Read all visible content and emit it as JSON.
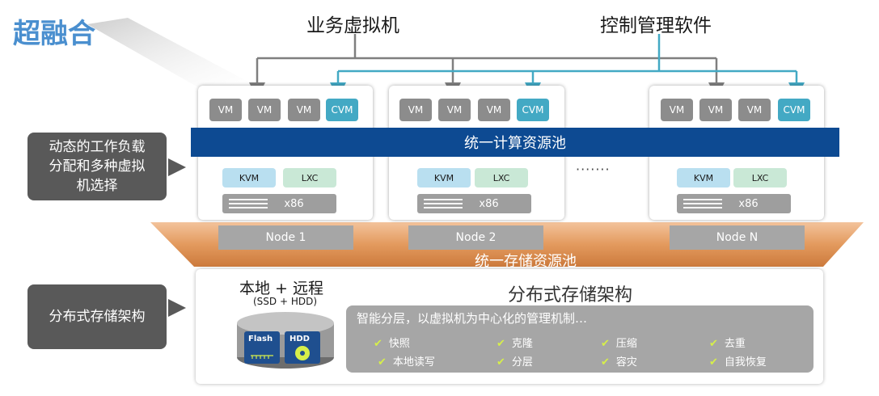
{
  "title": "超融合",
  "top_labels": {
    "business_vm": "业务虚拟机",
    "control_software": "控制管理软件"
  },
  "vm_label": "VM",
  "cvm_label": "CVM",
  "compute_pool": "统一计算资源池",
  "hypervisors": {
    "kvm": "KVM",
    "lxc": "LXC"
  },
  "x86_label": "x86",
  "ellipsis": "·······",
  "nodes": [
    "Node 1",
    "Node 2",
    "Node N"
  ],
  "storage_pool": "统一存储资源池",
  "side_boxes": {
    "scheduling": "动态的工作负载分配和多种虚拟机选择",
    "architecture": "分布式存储架构"
  },
  "storage": {
    "local_remote": "本地 + 远程",
    "media": "(SSD + HDD)",
    "flash": "Flash",
    "hdd": "HDD",
    "title": "分布式存储架构",
    "headline": "智能分层，以虚拟机为中心化的管理机制…",
    "features": [
      "快照",
      "克隆",
      "压缩",
      "去重",
      "本地读写",
      "分层",
      "容灾",
      "自我恢复"
    ]
  },
  "colors": {
    "title_blue": "#4a8fcf",
    "compute_bar": "#0d4a92",
    "cvm": "#43a9c4",
    "control_line": "#43a9c4",
    "vm_line": "#7f7f7f",
    "storage_band": "#e8a873",
    "check": "#d6ef4a"
  }
}
